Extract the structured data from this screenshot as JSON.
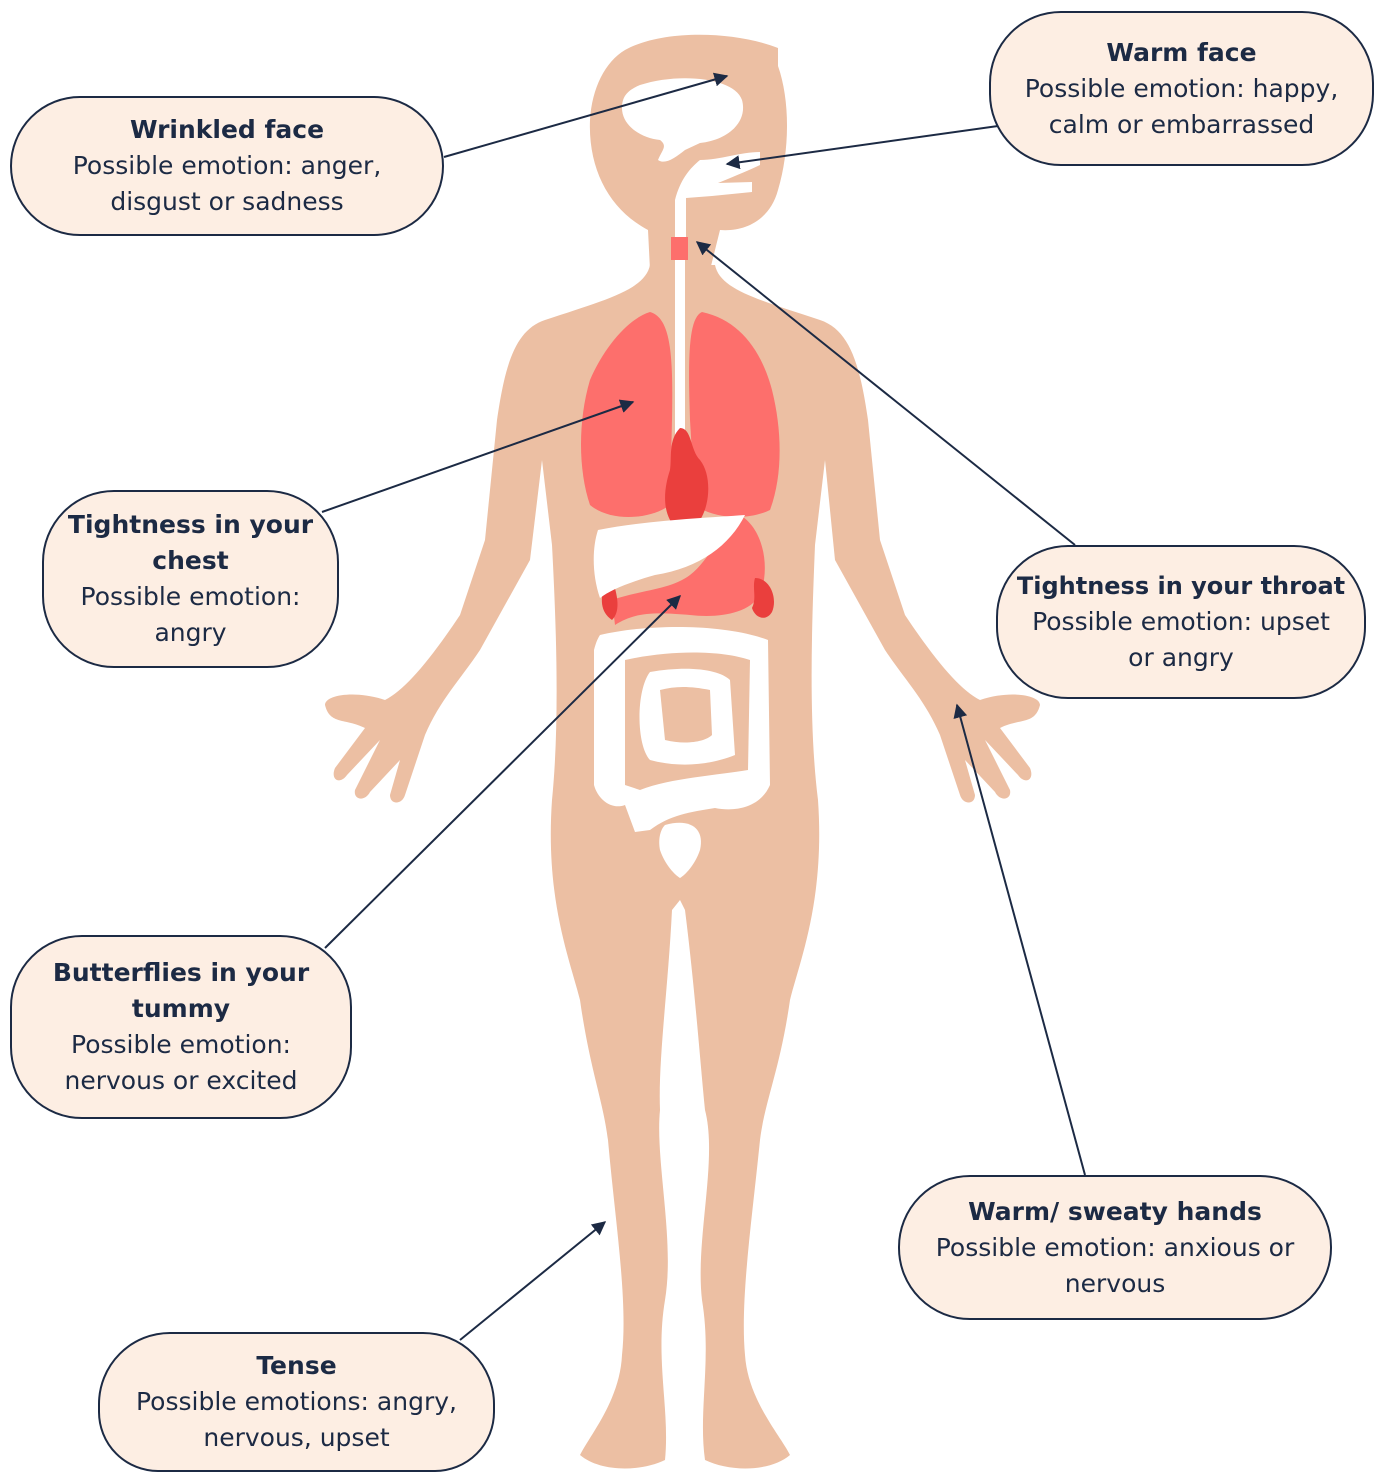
{
  "colors": {
    "skin": "#ecbfa3",
    "organ": "#fd6f6c",
    "organ_dark": "#ea3f3d",
    "intestine": "#ffffff",
    "callout_fill": "#fdeee3",
    "ink": "#1c2a44"
  },
  "callouts": {
    "wrinkled_face": {
      "title": "Wrinkled face",
      "text": "Possible emotion: anger, disgust or sadness"
    },
    "warm_face": {
      "title": "Warm face",
      "text": "Possible emotion: happy, calm or embarrassed"
    },
    "chest": {
      "title": "Tightness in your chest",
      "text": "Possible emotion: angry"
    },
    "throat": {
      "title": "Tightness in your throat",
      "text": "Possible emotion: upset or angry"
    },
    "tummy": {
      "title": "Butterflies in your tummy",
      "text": "Possible emotion: nervous or excited"
    },
    "hands": {
      "title": "Warm/ sweaty hands",
      "text": "Possible emotion: anxious or nervous"
    },
    "tense": {
      "title": "Tense",
      "text": "Possible emotions: angry, nervous, upset"
    }
  }
}
